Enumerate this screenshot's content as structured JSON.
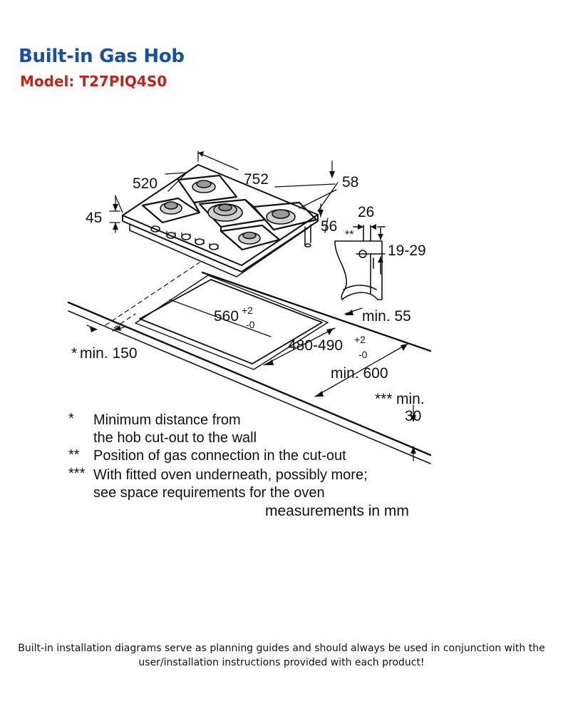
{
  "header": {
    "title": "Built-in Gas Hob",
    "model": "Model: T27PIQ4S0",
    "title_color": "#1a4fa0",
    "model_color": "#b8261c"
  },
  "dimensions": {
    "width": "752",
    "depth": "520",
    "height": "45",
    "top_offset": "58",
    "under_height": "56",
    "gas_offset_x": "26",
    "gas_offset_y": "19-29",
    "cutout_width": "560",
    "cutout_width_tol_plus": "+2",
    "cutout_width_tol_minus": "-0",
    "cutout_depth": "480-490",
    "cutout_depth_tol_plus": "+2",
    "cutout_depth_tol_minus": "-0",
    "min_back": "min. 55",
    "min_wall": "min. 150",
    "min_front_depth": "min. 600",
    "min_under_label": "min.",
    "min_under_value": "30",
    "gas_marker": "**",
    "wall_marker": "*",
    "under_marker": "***"
  },
  "notes": [
    {
      "marker": "*",
      "text": "Minimum distance from",
      "text2": "the hob cut-out to the wall"
    },
    {
      "marker": "**",
      "text": "Position of gas connection in the cut-out"
    },
    {
      "marker": "***",
      "text": "With fitted oven underneath, possibly more;",
      "text2": "see space requirements for the oven"
    }
  ],
  "units": "measurements in mm",
  "footer": {
    "line1": "Built-in installation diagrams serve as planning guides and should always be used in conjunction with the",
    "line2": "user/installation instructions provided with each product!"
  }
}
